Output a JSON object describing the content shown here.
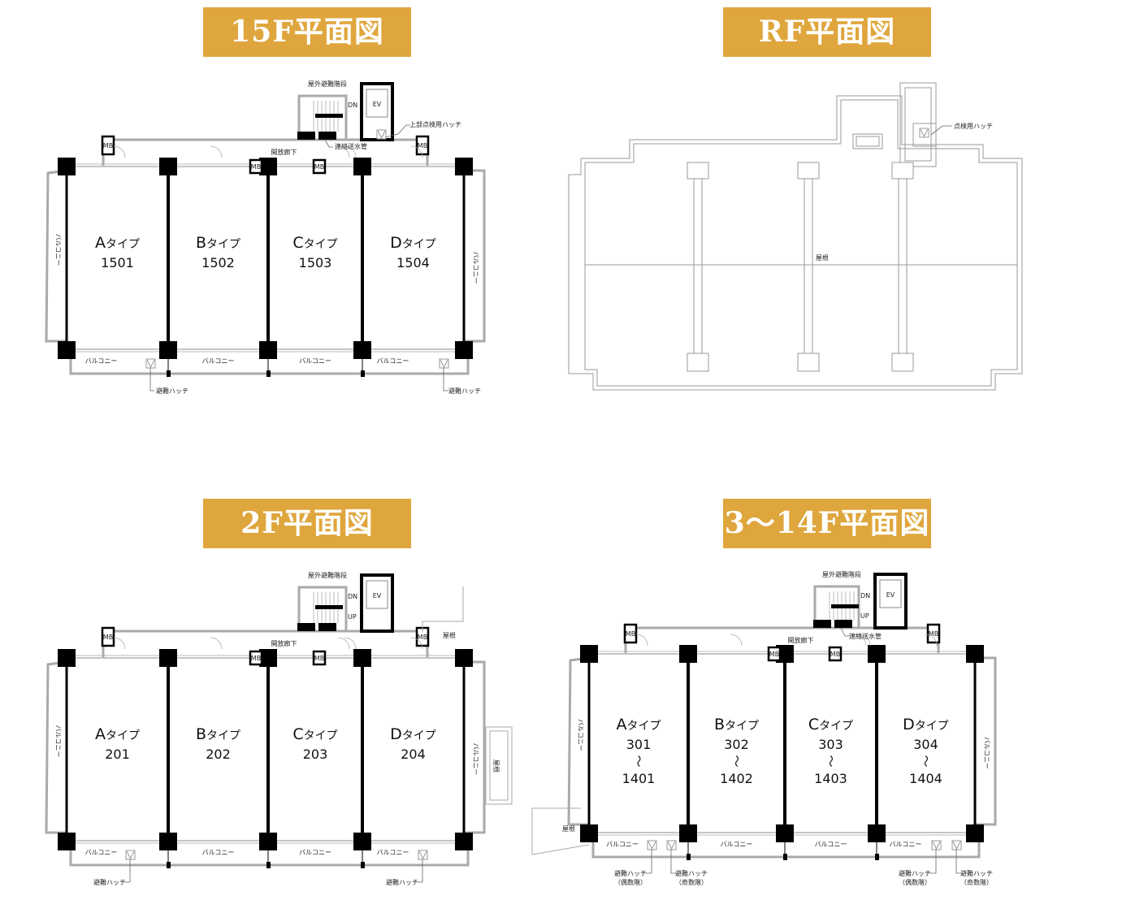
{
  "titles": {
    "f15": "15F平面図",
    "rf": "RF平面図",
    "f2": "2F平面図",
    "f3_14": "3〜14F平面図"
  },
  "colors": {
    "title_bg": "#dfa63d",
    "wall": "#000000",
    "line": "#999999"
  },
  "labels": {
    "stair": "屋外避難階段",
    "dn": "DN",
    "up": "UP",
    "ev": "EV",
    "upper_hatch": "上部点検用ハッチ",
    "standpipe": "連絡送水管",
    "corridor": "開放廊下",
    "mb": "MB",
    "balcony": "バルコニー",
    "hatch": "避難ハッチ",
    "roof": "屋根",
    "inspection_hatch": "点検用ハッチ",
    "even_floors": "（偶数階）",
    "odd_floors": "（奇数階）",
    "tilde": "〜"
  },
  "plans": {
    "f15": {
      "units": [
        {
          "letter": "A",
          "suffix": "タイプ",
          "number": "1501"
        },
        {
          "letter": "B",
          "suffix": "タイプ",
          "number": "1502"
        },
        {
          "letter": "C",
          "suffix": "タイプ",
          "number": "1503"
        },
        {
          "letter": "D",
          "suffix": "タイプ",
          "number": "1504"
        }
      ]
    },
    "f2": {
      "units": [
        {
          "letter": "A",
          "suffix": "タイプ",
          "number": "201"
        },
        {
          "letter": "B",
          "suffix": "タイプ",
          "number": "202"
        },
        {
          "letter": "C",
          "suffix": "タイプ",
          "number": "203"
        },
        {
          "letter": "D",
          "suffix": "タイプ",
          "number": "204"
        }
      ]
    },
    "f3_14": {
      "units": [
        {
          "letter": "A",
          "suffix": "タイプ",
          "number": "301",
          "number_to": "1401"
        },
        {
          "letter": "B",
          "suffix": "タイプ",
          "number": "302",
          "number_to": "1402"
        },
        {
          "letter": "C",
          "suffix": "タイプ",
          "number": "303",
          "number_to": "1403"
        },
        {
          "letter": "D",
          "suffix": "タイプ",
          "number": "304",
          "number_to": "1404"
        }
      ]
    }
  }
}
